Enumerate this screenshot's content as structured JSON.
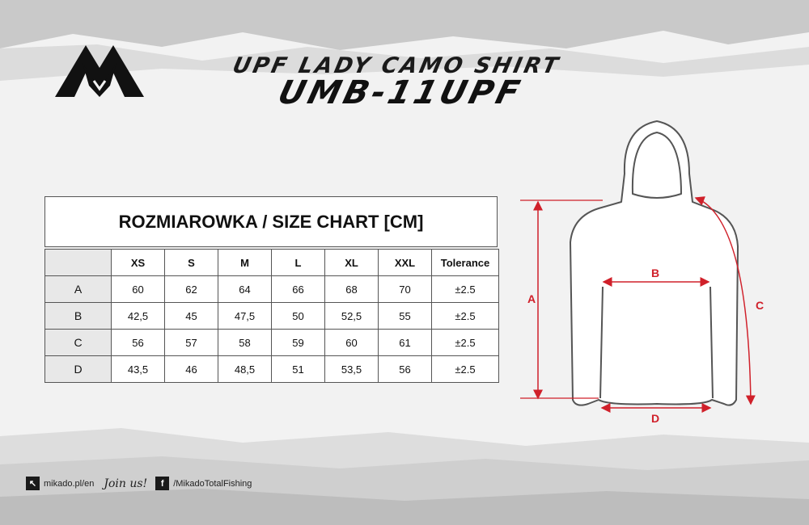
{
  "header": {
    "title_line1": "UPF LADY CAMO SHIRT",
    "title_line2": "UMB-11UPF"
  },
  "size_chart": {
    "title": "ROZMIAROWKA / SIZE CHART [CM]",
    "columns": [
      "XS",
      "S",
      "M",
      "L",
      "XL",
      "XXL",
      "Tolerance"
    ],
    "rows": [
      {
        "label": "A",
        "values": [
          "60",
          "62",
          "64",
          "66",
          "68",
          "70",
          "±2.5"
        ]
      },
      {
        "label": "B",
        "values": [
          "42,5",
          "45",
          "47,5",
          "50",
          "52,5",
          "55",
          "±2.5"
        ]
      },
      {
        "label": "C",
        "values": [
          "56",
          "57",
          "58",
          "59",
          "60",
          "61",
          "±2.5"
        ]
      },
      {
        "label": "D",
        "values": [
          "43,5",
          "46",
          "48,5",
          "51",
          "53,5",
          "56",
          "±2.5"
        ]
      }
    ]
  },
  "diagram_labels": {
    "a": "A",
    "b": "B",
    "c": "C",
    "d": "D"
  },
  "footer": {
    "website": "mikado.pl/en",
    "join": "Join us!",
    "facebook": "/MikadoTotalFishing"
  },
  "colors": {
    "accent": "#d0202a",
    "text": "#111111"
  },
  "icons": [
    "mikado-logo-icon",
    "cursor-icon",
    "facebook-icon"
  ]
}
